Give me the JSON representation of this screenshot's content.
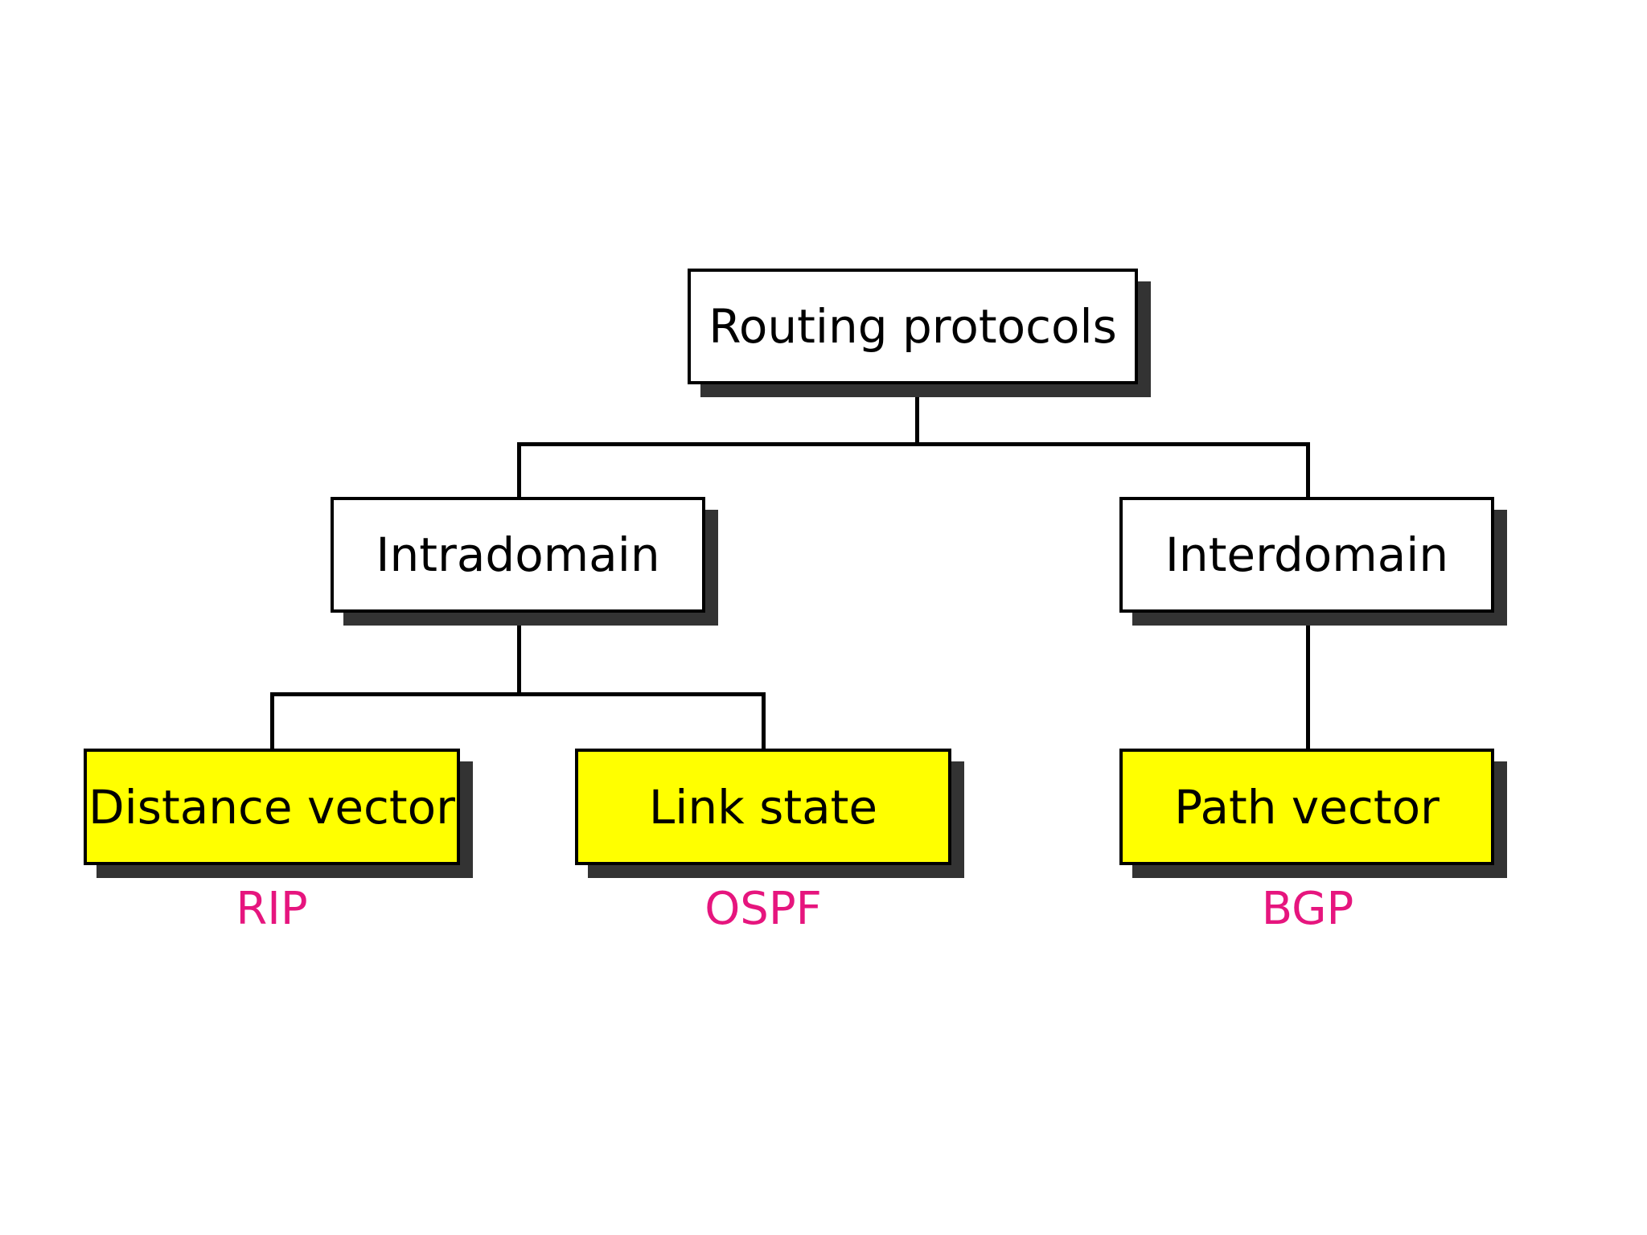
{
  "diagram": {
    "root": {
      "label": "Routing protocols"
    },
    "intradomain": {
      "label": "Intradomain"
    },
    "interdomain": {
      "label": "Interdomain"
    },
    "distance_vector": {
      "label": "Distance vector",
      "protocol": "RIP"
    },
    "link_state": {
      "label": "Link state",
      "protocol": "OSPF"
    },
    "path_vector": {
      "label": "Path vector",
      "protocol": "BGP"
    }
  },
  "colors": {
    "box_border": "#000000",
    "box_shadow": "#333333",
    "leaf_fill": "#ffff00",
    "inner_fill": "#ffffff",
    "protocol_text": "#e6157e",
    "connector": "#000000"
  }
}
